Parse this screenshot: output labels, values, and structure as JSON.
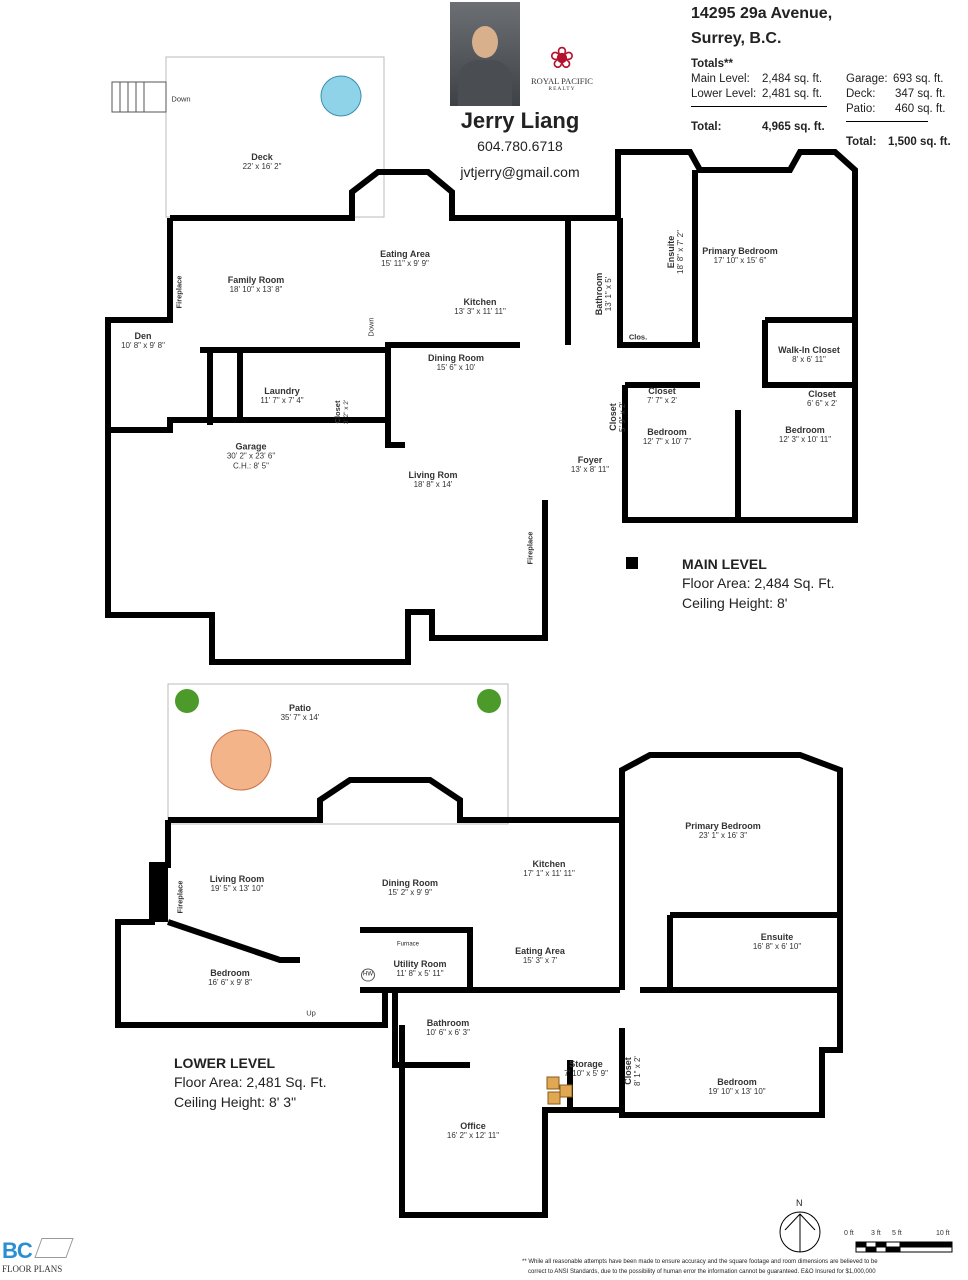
{
  "agent": {
    "name": "Jerry Liang",
    "phone": "604.780.6718",
    "email": "jvtjerry@gmail.com"
  },
  "brokerage": {
    "name": "ROYAL PACIFIC",
    "sub": "REALTY",
    "color": "#b5122b"
  },
  "address": {
    "line1": "14295 29a Avenue,",
    "line2": "Surrey, B.C."
  },
  "totals": {
    "heading": "Totals**",
    "main_label": "Main Level:",
    "main_value": "2,484 sq. ft.",
    "lower_label": "Lower Level:",
    "lower_value": "2,481 sq. ft.",
    "total_label": "Total:",
    "total_value": "4,965 sq. ft.",
    "garage_label": "Garage:",
    "garage_value": "693 sq. ft.",
    "deck_label": "Deck:",
    "deck_value": "347 sq. ft.",
    "patio_label": "Patio:",
    "patio_value": "460 sq. ft.",
    "extra_total_label": "Total:",
    "extra_total_value": "1,500 sq. ft."
  },
  "main_level": {
    "title": "MAIN LEVEL",
    "floor_area": "Floor Area: 2,484 Sq. Ft.",
    "ceiling": "Ceiling Height: 8'",
    "rooms": [
      {
        "name": "Deck",
        "dim": "22' x 16' 2\""
      },
      {
        "name": "Eating Area",
        "dim": "15' 11\" x 9' 9\""
      },
      {
        "name": "Family Room",
        "dim": "18' 10\" x 13' 8\""
      },
      {
        "name": "Kitchen",
        "dim": "13' 3\" x 11' 11\""
      },
      {
        "name": "Den",
        "dim": "10' 8\" x 9' 8\""
      },
      {
        "name": "Laundry",
        "dim": "11' 7\" x 7' 4\""
      },
      {
        "name": "Dining Room",
        "dim": "15' 6\" x 10'"
      },
      {
        "name": "Garage",
        "dim": "30' 2\" x 23' 6\"",
        "extra": "C.H.: 8' 5\""
      },
      {
        "name": "Living Rom",
        "dim": "18' 8\" x 14'"
      },
      {
        "name": "Foyer",
        "dim": "13' x 8' 11\""
      },
      {
        "name": "Primary Bedroom",
        "dim": "17' 10\" x 15' 6\""
      },
      {
        "name": "Walk-In Closet",
        "dim": "8' x 6' 11\""
      },
      {
        "name": "Closet",
        "dim": "7' 7\" x 2'"
      },
      {
        "name": "Closet",
        "dim": "6' 6\" x 2'"
      },
      {
        "name": "Bedroom",
        "dim": "12' 7\" x 10' 7\""
      },
      {
        "name": "Bedroom",
        "dim": "12' 3\" x 10' 11\""
      },
      {
        "name": "Ensuite",
        "dim": "18' 8\" x 7' 2\""
      },
      {
        "name": "Bathroom",
        "dim": "13' 1\" x 5'"
      },
      {
        "name": "Closet",
        "dim": "5' 9\" x 2'"
      },
      {
        "name": "Closet",
        "dim": "3' 2\" x 2'"
      }
    ],
    "labels": {
      "fireplace1": "Fireplace",
      "fireplace2": "Fireplace",
      "down1": "Down",
      "down2": "Down",
      "clos": "Clos."
    }
  },
  "lower_level": {
    "title": "LOWER LEVEL",
    "floor_area": "Floor Area:  2,481 Sq. Ft.",
    "ceiling": "Ceiling Height: 8' 3\"",
    "rooms": [
      {
        "name": "Patio",
        "dim": "35' 7\" x 14'"
      },
      {
        "name": "Primary Bedroom",
        "dim": "23' 1\" x 16' 3\""
      },
      {
        "name": "Living Room",
        "dim": "19' 5\" x 13' 10\""
      },
      {
        "name": "Dining Room",
        "dim": "15' 2\" x 9' 9\""
      },
      {
        "name": "Kitchen",
        "dim": "17' 1\" x 11' 11\""
      },
      {
        "name": "Eating Area",
        "dim": "15' 3\" x 7'"
      },
      {
        "name": "Ensuite",
        "dim": "16' 8\" x 6' 10\""
      },
      {
        "name": "Bedroom",
        "dim": "16' 6\" x 9' 8\""
      },
      {
        "name": "Utility Room",
        "dim": "11' 8\" x 5' 11\""
      },
      {
        "name": "Bathroom",
        "dim": "10' 6\" x 6' 3\""
      },
      {
        "name": "Storage",
        "dim": "7' 10\" x 5' 9\""
      },
      {
        "name": "Bedroom",
        "dim": "19' 10\" x 13' 10\""
      },
      {
        "name": "Office",
        "dim": "16' 2\" x 12' 11\""
      },
      {
        "name": "Closet",
        "dim": "8' 1\" x 2'"
      }
    ],
    "labels": {
      "fireplace": "Fireplace",
      "up": "Up",
      "furnace": "Furnace",
      "hw": "HW"
    }
  },
  "compass": {
    "label": "N"
  },
  "scale": {
    "ticks": [
      "0 ft",
      "3 ft",
      "5 ft",
      "10 ft"
    ]
  },
  "logo": {
    "initials": "BC",
    "text": "FLOOR PLANS",
    "color": "#2a8fd0"
  },
  "disclaimer": {
    "line1": "** While all reasonable attempts have been made to ensure accuracy and the square footage and room dimensions are believed to be",
    "line2": "correct to ANSI Standards, due to the possibility of human error the information cannot be guaranteed. E&O Insured for $1,000,000"
  }
}
